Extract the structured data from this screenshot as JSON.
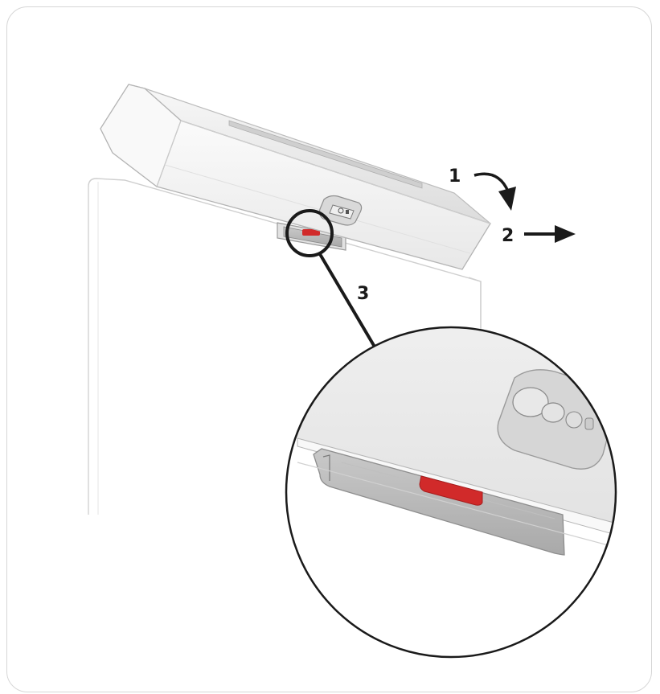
{
  "steps": [
    {
      "label": "1",
      "action": "rotate"
    },
    {
      "label": "2",
      "action": "slide"
    },
    {
      "label": "3",
      "action": "release-latch"
    }
  ],
  "colors": {
    "frame_border": "#d6d6d6",
    "device_body": "#f4f4f4",
    "latch": "#d12a2a",
    "ink": "#1a1a1a"
  },
  "icons": {
    "device_button": "button-icon",
    "latch": "release-latch-icon"
  }
}
